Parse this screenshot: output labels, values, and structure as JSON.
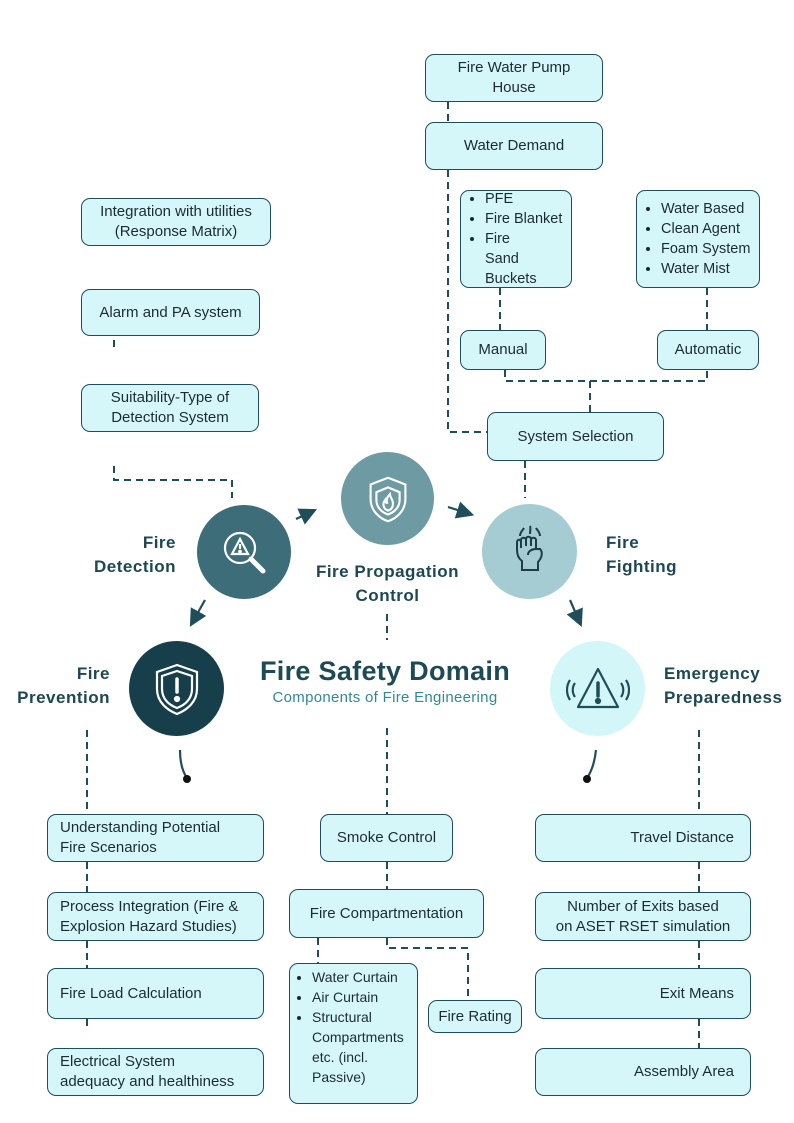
{
  "title": "Fire Safety Domain",
  "subtitle": "Components of Fire Engineering",
  "categories": {
    "fire_detection": [
      "Fire",
      "Detection"
    ],
    "fire_propagation": [
      "Fire Propagation",
      "Control"
    ],
    "fire_fighting": [
      "Fire",
      "Fighting"
    ],
    "fire_prevention": [
      "Fire",
      "Prevention"
    ],
    "emergency": [
      "Emergency",
      "Preparedness"
    ]
  },
  "detection_boxes": {
    "integration": [
      "Integration with utilities",
      "(Response Matrix)"
    ],
    "alarm": "Alarm and PA system",
    "suitability": [
      "Suitability-Type of",
      "Detection System"
    ]
  },
  "fighting_boxes": {
    "pump_house": [
      "Fire Water Pump",
      "House"
    ],
    "water_demand": "Water Demand",
    "manual_items": [
      "PFE",
      "Fire Blanket",
      "Fire Sand Buckets"
    ],
    "automatic_items": [
      "Water Based",
      "Clean Agent",
      "Foam System",
      "Water Mist"
    ],
    "manual": "Manual",
    "automatic": "Automatic",
    "system_selection": "System Selection"
  },
  "prevention_boxes": {
    "scenarios": [
      "Understanding Potential",
      "Fire Scenarios"
    ],
    "process": [
      "Process Integration (Fire &",
      "Explosion Hazard Studies)"
    ],
    "fire_load": "Fire Load Calculation",
    "electrical": [
      "Electrical System",
      "adequacy and healthiness"
    ]
  },
  "propagation_boxes": {
    "smoke": "Smoke Control",
    "compartment": "Fire Compartmentation",
    "compartment_items": [
      "Water Curtain",
      "Air Curtain",
      "Structural Compartments etc. (incl. Passive)"
    ],
    "rating": "Fire Rating"
  },
  "emergency_boxes": {
    "travel": "Travel Distance",
    "exits": [
      "Number of Exits based",
      "on ASET RSET simulation"
    ],
    "exit_means": "Exit Means",
    "assembly": "Assembly Area"
  },
  "colors": {
    "box_fill": "#d6f7fa",
    "box_border": "#1f4e5a",
    "connector": "#1f4e5a",
    "detection_circle": "#3c6d78",
    "propagation_circle": "#6d9aa3",
    "fighting_circle": "#a4ccd2",
    "prevention_circle": "#163f4b",
    "emergency_circle": "#d3f6f9",
    "title": "#1c4a55",
    "subtitle": "#2f8a96"
  },
  "icons": {
    "detection": "magnifier-warning-icon",
    "propagation": "shield-flame-icon",
    "fighting": "fist-flame-icon",
    "prevention": "shield-warning-icon",
    "emergency": "alarm-triangle-icon"
  }
}
